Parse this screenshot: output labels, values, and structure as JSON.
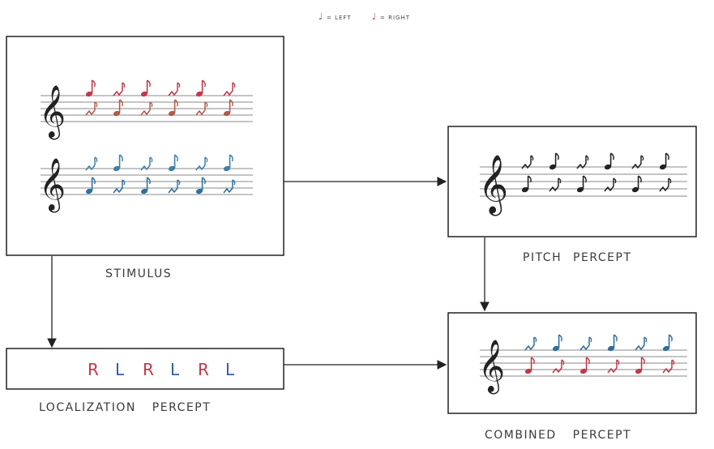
{
  "legend": {
    "left_text": "= LEFT",
    "right_text": "= RIGHT",
    "left_color": "#2f5f9e",
    "right_color": "#c0394a",
    "note_glyph": "♩"
  },
  "labels": {
    "stimulus": "STIMULUS",
    "pitch_percept": "PITCH PERCEPT",
    "localization_percept": "LOCALIZATION PERCEPT",
    "combined_percept": "COMBINED PERCEPT"
  },
  "clef_glyph": "𝄞",
  "localization_sequence": [
    {
      "letter": "R",
      "color": "#c0394a"
    },
    {
      "letter": "L",
      "color": "#2f5f9e"
    },
    {
      "letter": "R",
      "color": "#c0394a"
    },
    {
      "letter": "L",
      "color": "#2f5f9e"
    },
    {
      "letter": "R",
      "color": "#c0394a"
    },
    {
      "letter": "L",
      "color": "#2f5f9e"
    }
  ],
  "staves": {
    "stimulus_red": {
      "upper": [
        {
          "type": "note",
          "color": "#c0394a"
        },
        {
          "type": "rest",
          "color": "#c0394a"
        },
        {
          "type": "note",
          "color": "#c0394a"
        },
        {
          "type": "rest",
          "color": "#c0394a"
        },
        {
          "type": "note",
          "color": "#c0394a"
        },
        {
          "type": "rest",
          "color": "#c0394a"
        }
      ],
      "lower": [
        {
          "type": "rest",
          "color": "#b05a4a"
        },
        {
          "type": "note",
          "color": "#b05a4a"
        },
        {
          "type": "rest",
          "color": "#b05a4a"
        },
        {
          "type": "note",
          "color": "#b05a4a"
        },
        {
          "type": "rest",
          "color": "#b05a4a"
        },
        {
          "type": "note",
          "color": "#b05a4a"
        }
      ]
    },
    "stimulus_blue": {
      "upper": [
        {
          "type": "rest",
          "color": "#3e7fa8"
        },
        {
          "type": "note",
          "color": "#3e7fa8"
        },
        {
          "type": "rest",
          "color": "#3e7fa8"
        },
        {
          "type": "note",
          "color": "#3e7fa8"
        },
        {
          "type": "rest",
          "color": "#3e7fa8"
        },
        {
          "type": "note",
          "color": "#3e7fa8"
        }
      ],
      "lower": [
        {
          "type": "note",
          "color": "#2f6fa0"
        },
        {
          "type": "rest",
          "color": "#2f6fa0"
        },
        {
          "type": "note",
          "color": "#2f6fa0"
        },
        {
          "type": "rest",
          "color": "#2f6fa0"
        },
        {
          "type": "note",
          "color": "#2f6fa0"
        },
        {
          "type": "rest",
          "color": "#2f6fa0"
        }
      ]
    },
    "pitch": {
      "upper": [
        {
          "type": "rest",
          "color": "#222222"
        },
        {
          "type": "note",
          "color": "#222222"
        },
        {
          "type": "rest",
          "color": "#222222"
        },
        {
          "type": "note",
          "color": "#222222"
        },
        {
          "type": "rest",
          "color": "#222222"
        },
        {
          "type": "note",
          "color": "#222222"
        }
      ],
      "lower": [
        {
          "type": "note",
          "color": "#222222"
        },
        {
          "type": "rest",
          "color": "#222222"
        },
        {
          "type": "note",
          "color": "#222222"
        },
        {
          "type": "rest",
          "color": "#222222"
        },
        {
          "type": "note",
          "color": "#222222"
        },
        {
          "type": "rest",
          "color": "#222222"
        }
      ]
    },
    "combined": {
      "upper": [
        {
          "type": "rest",
          "color": "#2f6fa0"
        },
        {
          "type": "note",
          "color": "#2f6fa0"
        },
        {
          "type": "rest",
          "color": "#2f6fa0"
        },
        {
          "type": "note",
          "color": "#2f6fa0"
        },
        {
          "type": "rest",
          "color": "#2f6fa0"
        },
        {
          "type": "note",
          "color": "#2f6fa0"
        }
      ],
      "lower": [
        {
          "type": "note",
          "color": "#c0394a"
        },
        {
          "type": "rest",
          "color": "#c0394a"
        },
        {
          "type": "note",
          "color": "#c0394a"
        },
        {
          "type": "rest",
          "color": "#c0394a"
        },
        {
          "type": "note",
          "color": "#c0394a"
        },
        {
          "type": "rest",
          "color": "#c0394a"
        }
      ]
    }
  },
  "colors": {
    "box_stroke": "#222222",
    "staff_line": "#8a8a8a",
    "arrow": "#222222"
  }
}
